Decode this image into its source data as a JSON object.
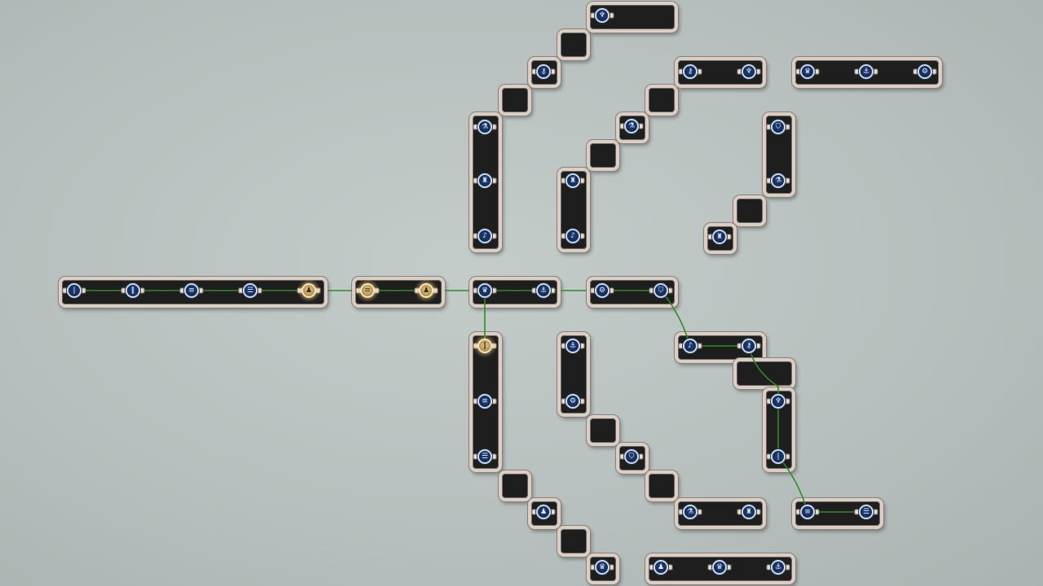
{
  "colors": {
    "background": "#bcc5c3",
    "panel": "#1f1e1e",
    "frame": "#d9cfc6",
    "node": "#1b3566",
    "node_lit": "#d9b86a",
    "link": "#2f8a2a"
  },
  "icons": {
    "a": "I",
    "b": "II",
    "c": "III",
    "d": "IIII",
    "e": "pawn",
    "f": "crown",
    "g": "anchor",
    "h": "gear",
    "i": "shield",
    "j": "flask",
    "k": "tower",
    "l": "bell",
    "m": "key",
    "n": "cup"
  },
  "board": {
    "segments": [
      {
        "id": "root-bar",
        "nodes": [
          "a",
          "b",
          "c",
          "d",
          "e"
        ],
        "lit": [
          false,
          false,
          false,
          false,
          true
        ]
      },
      {
        "id": "bar-2",
        "nodes": [
          "c",
          "e"
        ],
        "lit": [
          true,
          true
        ]
      },
      {
        "id": "bar-3",
        "nodes": [
          "f",
          "g"
        ],
        "lit": [
          false,
          false
        ]
      },
      {
        "id": "bar-4",
        "nodes": [
          "h",
          "i"
        ],
        "lit": [
          false,
          false
        ]
      },
      {
        "id": "upper-left-col",
        "nodes": [
          "j",
          "k",
          "l"
        ],
        "lit": [
          false,
          false,
          false
        ]
      },
      {
        "id": "upper-left-stairs",
        "nodes": [
          "m",
          "n"
        ],
        "lit": [
          false,
          false
        ]
      },
      {
        "id": "upper-mid-col",
        "nodes": [
          "k",
          "l"
        ],
        "lit": [
          false,
          false
        ]
      },
      {
        "id": "upper-mid-stairs",
        "nodes": [
          "j",
          "m",
          "n"
        ],
        "lit": [
          false,
          false,
          false
        ]
      },
      {
        "id": "upper-right-bar",
        "nodes": [
          "f",
          "g",
          "h"
        ],
        "lit": [
          false,
          false,
          false
        ]
      },
      {
        "id": "upper-right-col",
        "nodes": [
          "i",
          "j",
          "k"
        ],
        "lit": [
          false,
          false,
          false
        ]
      },
      {
        "id": "lower-left-col",
        "nodes": [
          "b",
          "c",
          "d"
        ],
        "lit": [
          true,
          false,
          false
        ]
      },
      {
        "id": "lower-left-stairs",
        "nodes": [
          "e",
          "f"
        ],
        "lit": [
          false,
          false
        ]
      },
      {
        "id": "lower-mid-col",
        "nodes": [
          "g",
          "h",
          "i"
        ],
        "lit": [
          false,
          false,
          false
        ]
      },
      {
        "id": "lower-mid-bar",
        "nodes": [
          "j",
          "k"
        ],
        "lit": [
          false,
          false
        ]
      },
      {
        "id": "lower-right-elbow",
        "nodes": [
          "l",
          "m",
          "n",
          "a",
          "b"
        ],
        "lit": [
          false,
          false,
          false,
          false,
          false
        ]
      },
      {
        "id": "lower-right-bar",
        "nodes": [
          "c",
          "d"
        ],
        "lit": [
          false,
          false
        ]
      },
      {
        "id": "bottom-bar",
        "nodes": [
          "e",
          "f",
          "g"
        ],
        "lit": [
          false,
          false,
          false
        ]
      }
    ]
  }
}
